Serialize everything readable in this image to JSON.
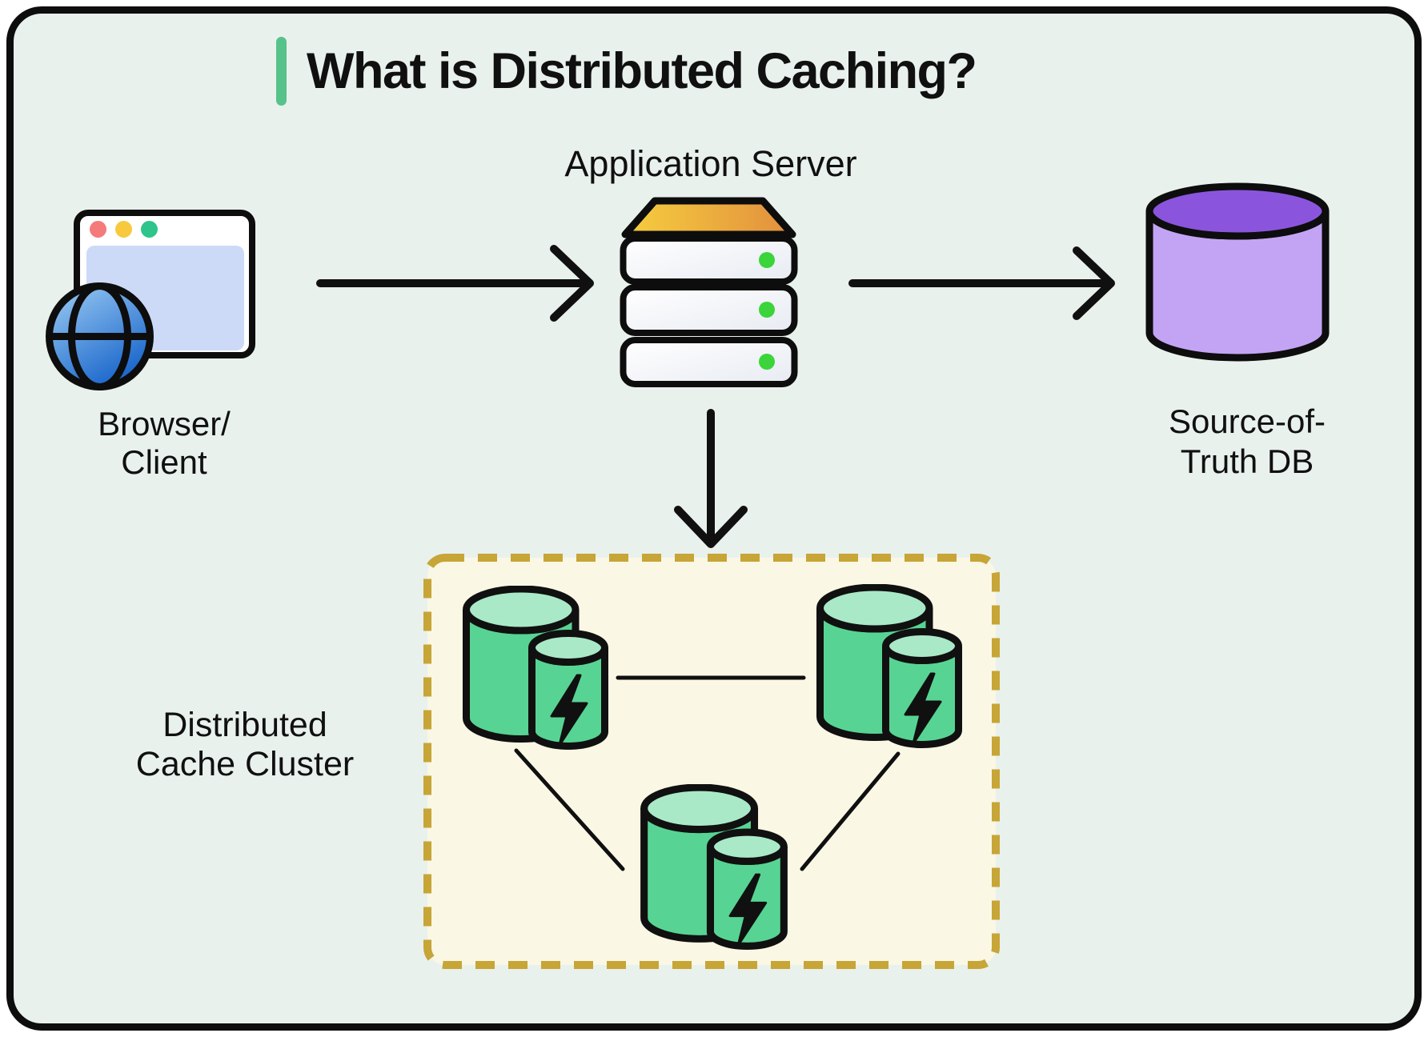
{
  "title": {
    "text": "What is Distributed Caching?"
  },
  "diagram": {
    "browser": {
      "label_line1": "Browser/",
      "label_line2": "Client"
    },
    "app_server": {
      "label": "Application Server"
    },
    "source_db": {
      "label_line1": "Source-of-",
      "label_line2": "Truth DB"
    },
    "cache_cluster": {
      "label_line1": "Distributed",
      "label_line2": "Cache Cluster",
      "node_count": 3
    },
    "flows": [
      "browser-to-app-server",
      "app-server-to-source-db",
      "app-server-to-cache-cluster"
    ]
  },
  "icons": {
    "browser": "browser-window-globe-icon",
    "app_server": "server-stack-icon",
    "source_db": "database-cylinder-icon",
    "cache_node": "cache-cylinder-bolt-icon",
    "bolt": "lightning-bolt-icon",
    "arrows": "black-arrow-icon"
  },
  "colors": {
    "canvas_bg": "#e9f1ed",
    "frame_border": "#0d0d0d",
    "accent_green": "#57c289",
    "cluster_bg": "#faf7e4",
    "cluster_border": "#c7a536",
    "cache_green": "#57d493",
    "cache_green_light": "#a9e9c8",
    "db_purple_top": "#8a55dc",
    "db_purple_body": "#c3a4f4",
    "server_top_yellow": "#f6ce3e",
    "server_top_orange": "#e28f3e",
    "server_status_dot": "#3bd43b",
    "browser_content_blue": "#ccdaf8",
    "traffic_dot_red": "#f57a7a",
    "traffic_dot_yellow": "#f8c93f",
    "traffic_dot_green": "#2ec48c",
    "globe_blue_light": "#9fcef4",
    "globe_blue_dark": "#1a66cb",
    "text": "#101010"
  }
}
